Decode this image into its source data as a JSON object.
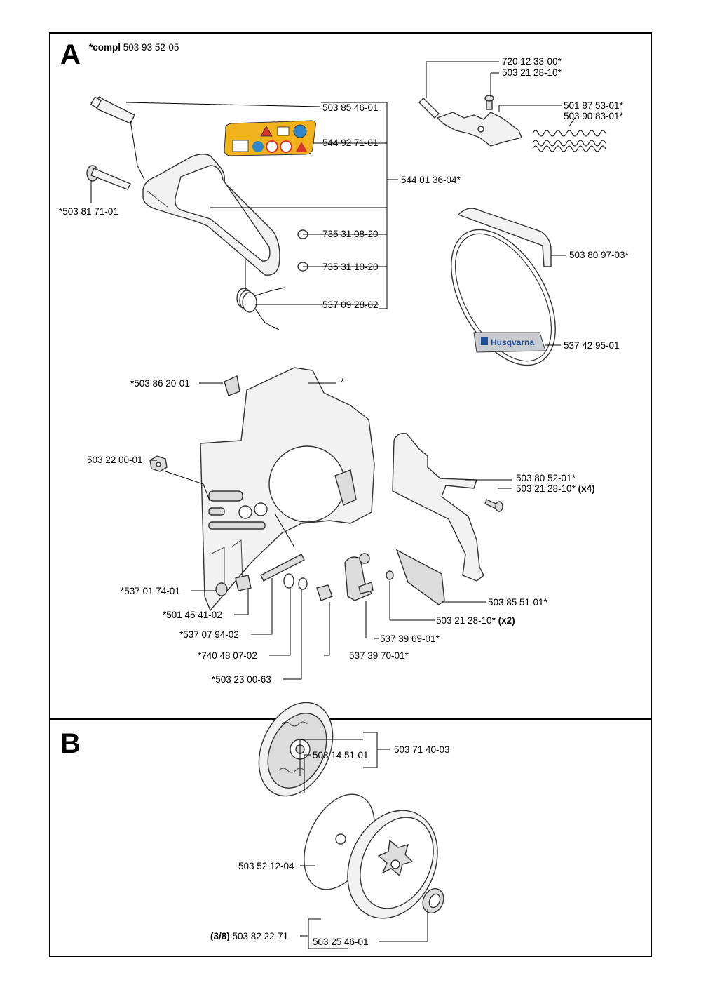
{
  "section_a": {
    "letter": "A",
    "compl_prefix": "*compl",
    "compl_number": "503 93 52-05",
    "labels": {
      "l503854601": "503 85 46-01",
      "l544927101": "544 92 71-01",
      "l5440136": "544 01 36-04*",
      "l503817101": "*503 81 71-01",
      "l735310820": "735 31 08-20",
      "l735311020": "735 31 10-20",
      "l537092802": "537 09 28-02",
      "l720123300": "720 12 33-00*",
      "l503212810a": "503 21 28-10*",
      "l501875301": "501 87 53-01*",
      "l503908301": "503 90 83-01*",
      "l503809703": "503 80 97-03*",
      "l537429501": "537 42 95-01",
      "l503862001": "*503 86 20-01",
      "lstar": "*",
      "l503220001": "503 22 00-01",
      "l503805201": "503 80 52-01*",
      "l503212810b": "503 21 28-10*",
      "l503212810b_qty": "(x4)",
      "l537017401": "*537 01 74-01",
      "l501454102": "*501 45 41-02",
      "l537079402": "*537 07 94-02",
      "l740480702": "*740 48 07-02",
      "l503230063": "*503 23 00-63",
      "l503855101": "503 85 51-01*",
      "l503212810c": "503 21 28-10*",
      "l503212810c_qty": "(x2)",
      "l537396901": "537 39 69-01*",
      "l537397001": "537 39 70-01*"
    },
    "logo_text": "Husqvarna"
  },
  "section_b": {
    "letter": "B",
    "labels": {
      "l503145101": "503 14 51-01",
      "l503714003": "503 71 40-03",
      "l503521204": "503 52 12-04",
      "l503822271_prefix": "(3/8)",
      "l503822271": "503 82 22-71",
      "l503254601": "503 25 46-01"
    }
  },
  "colors": {
    "decal_yellow": "#f2b21c",
    "decal_blue": "#2f86c8",
    "decal_red": "#d8342b",
    "logo_blue": "#1f4e9a",
    "plate_grey": "#c9cdd2"
  }
}
